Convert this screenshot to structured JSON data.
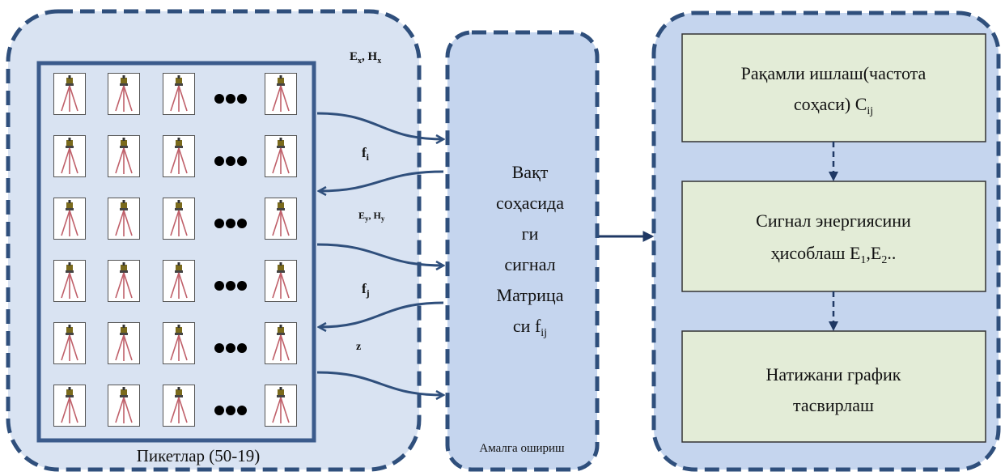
{
  "left_panel": {
    "footer": "Пикетлар (50-19)",
    "grid": {
      "rows": 6,
      "cols_before_dots": 3
    },
    "instrument_icon": "tripod-instrument-icon",
    "dots_icon": "ellipsis-dots-icon"
  },
  "signals": {
    "ex_hx": {
      "base1": "E",
      "sub1": "x",
      "mid": ", H",
      "sub2": "x"
    },
    "fi": {
      "base": "f",
      "sub": "i"
    },
    "ey_hy": {
      "base1": "E",
      "sub1": "y",
      "mid": ", H",
      "sub2": "y"
    },
    "fj": {
      "base": "f",
      "sub": "j"
    },
    "z": "z"
  },
  "middle_panel": {
    "lines": [
      "Вақт",
      "соҳасида",
      "ги",
      "сигнал",
      "Матрица"
    ],
    "last_line": {
      "base": "си f",
      "sub": "ij"
    },
    "footer": "Амалга ошириш"
  },
  "right_panel": {
    "box1": {
      "line1": "Рақамли ишлаш(частота",
      "line2_base": "соҳаси) C",
      "line2_sub": "ij"
    },
    "box2": {
      "line1": "Сигнал энергиясини",
      "line2_a": "ҳисоблаш E",
      "sub_a": "1",
      "line2_b": ",E",
      "sub_b": "2",
      "line2_c": ".."
    },
    "box3": {
      "line1": "Натижани график",
      "line2": "тасвирлаш"
    }
  },
  "colors": {
    "panel_fill": "#d9e3f2",
    "middle_fill": "#c5d5ee",
    "dash_stroke": "#2f4f7c",
    "inner_frame": "#3b5b8c",
    "box_fill": "#e3ecd7",
    "arrow": "#1f3864"
  }
}
